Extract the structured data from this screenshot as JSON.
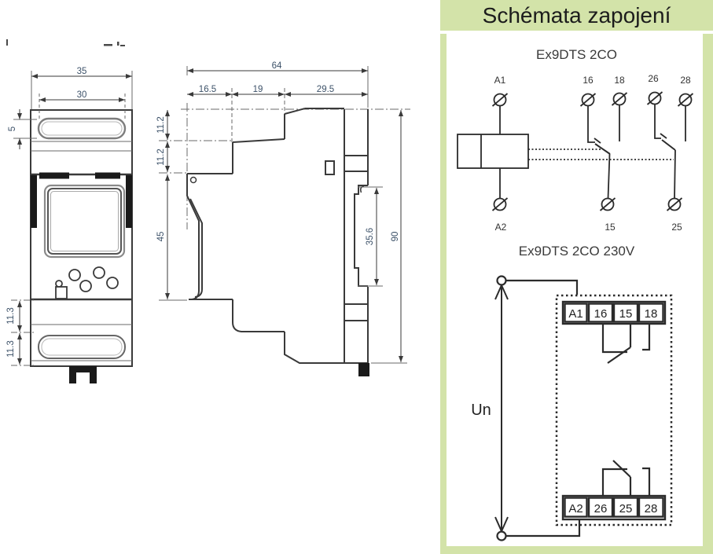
{
  "panel": {
    "header": "Schémata zapojení",
    "diagram1": {
      "title": "Ex9DTS 2CO",
      "a1": "A1",
      "a2": "A2",
      "t16": "16",
      "t18": "18",
      "t26": "26",
      "t28": "28",
      "t15": "15",
      "t25": "25"
    },
    "diagram2": {
      "title": "Ex9DTS 2CO 230V",
      "un": "Un",
      "top_row": [
        "A1",
        "16",
        "15",
        "18"
      ],
      "bottom_row": [
        "A2",
        "26",
        "25",
        "28"
      ]
    }
  },
  "front_view": {
    "width_outer": "35",
    "width_inner": "30",
    "slot_height": "5",
    "section_a": "11.3",
    "section_b": "11.3"
  },
  "side_view": {
    "depth_total": "64",
    "seg1": "16.5",
    "seg2": "19",
    "seg3": "29.5",
    "top_a": "11.2",
    "top_b": "11.2",
    "front_height": "45",
    "rail_slot": "35.6",
    "height_total": "90"
  },
  "colors": {
    "accent_green": "#d3e3a9",
    "line": "#3a3a3a",
    "dimension_text": "#3d5269"
  }
}
